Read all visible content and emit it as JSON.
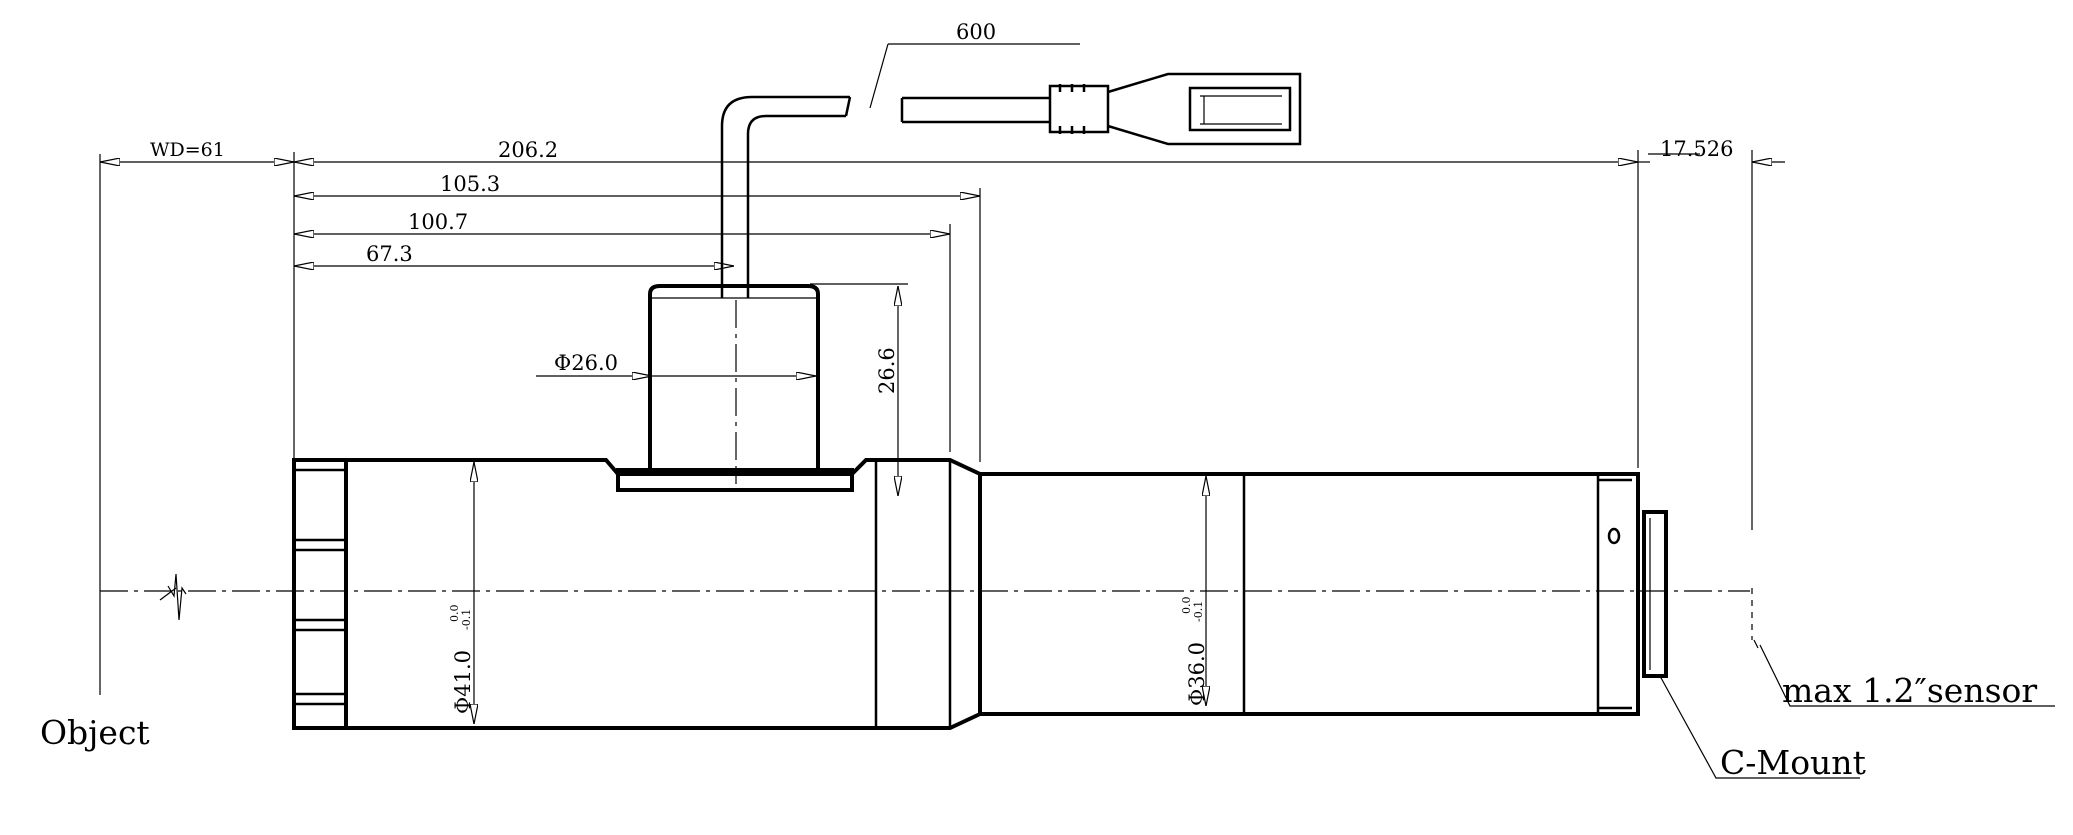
{
  "dimensions": {
    "cable_length": "600",
    "working_distance": "WD=61",
    "total_length": "206.2",
    "flange_distance": "17.526",
    "offset_1": "105.3",
    "offset_2": "100.7",
    "offset_3": "67.3",
    "housing_diameter": "Φ26.0",
    "housing_height": "26.6",
    "front_diameter": "Φ41.0",
    "front_tol_upper": "0.0",
    "front_tol_lower": "-0.1",
    "rear_diameter": "Φ36.0",
    "rear_tol_upper": "0.0",
    "rear_tol_lower": "-0.1"
  },
  "labels": {
    "object": "Object",
    "sensor": "max 1.2″sensor",
    "mount": "C-Mount"
  }
}
